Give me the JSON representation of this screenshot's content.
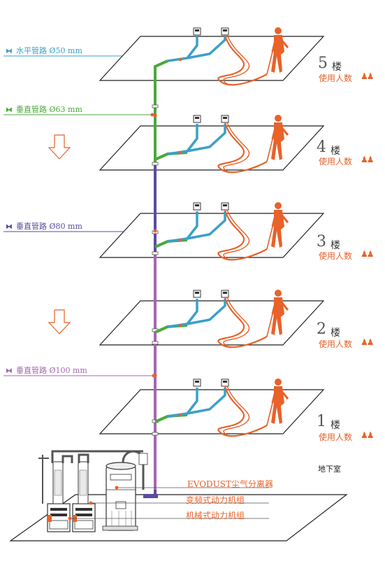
{
  "pipe_labels": [
    {
      "symbol": "⧓",
      "text": "水平管路 Ø50 mm",
      "color": "#3aa0c8"
    },
    {
      "symbol": "⧓",
      "text": "垂直管路 Ø63 mm",
      "color": "#4aa83c"
    },
    {
      "symbol": "⧓",
      "text": "垂直管路 Ø80 mm",
      "color": "#5b4a9e"
    },
    {
      "symbol": "⧓",
      "text": "垂直管路 Ø100 mm",
      "color": "#a466b0"
    }
  ],
  "floors": [
    {
      "number": "5",
      "word": "楼",
      "sub": "使用人数",
      "people_icon": "people-pair-icon"
    },
    {
      "number": "4",
      "word": "楼",
      "sub": "使用人数",
      "people_icon": "people-pair-icon"
    },
    {
      "number": "3",
      "word": "楼",
      "sub": "使用人数",
      "people_icon": "people-pair-icon"
    },
    {
      "number": "2",
      "word": "楼",
      "sub": "使用人数",
      "people_icon": "people-pair-icon"
    },
    {
      "number": "1",
      "word": "楼",
      "sub": "使用人数",
      "people_icon": "people-pair-icon"
    }
  ],
  "basement_label": "地下室",
  "equipment_labels": [
    "EVODUST尘气分离器",
    "变频式动力机组",
    "机械式动力机组"
  ],
  "colors": {
    "horizontal": "#3aa0c8",
    "vertical63": "#4aa83c",
    "vertical80": "#5b4a9e",
    "vertical100": "#a466b0",
    "accent": "#e8622a"
  },
  "people_glyph": "♟♟"
}
